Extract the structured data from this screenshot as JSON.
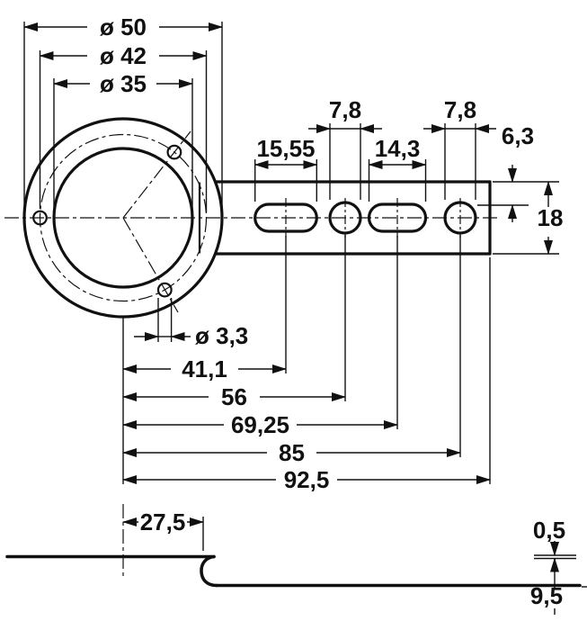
{
  "drawing_labels": {
    "dia50": "ø 50",
    "dia42": "ø 42",
    "dia35": "ø 35",
    "slot1_len": "15,55",
    "hole1_dia": "7,8",
    "slot2_len": "14,3",
    "hole2_dia": "7,8",
    "edge_offset": "6,3",
    "arm_height": "18",
    "small_hole_dia": "ø 3,3",
    "chain_41_1": "41,1",
    "chain_56": "56",
    "chain_69_25": "69,25",
    "chain_85": "85",
    "chain_92_5": "92,5",
    "bend_offset": "27,5",
    "thickness": "0,5",
    "step_height": "9,5"
  },
  "colors": {
    "line": "#111111",
    "background": "#ffffff"
  }
}
